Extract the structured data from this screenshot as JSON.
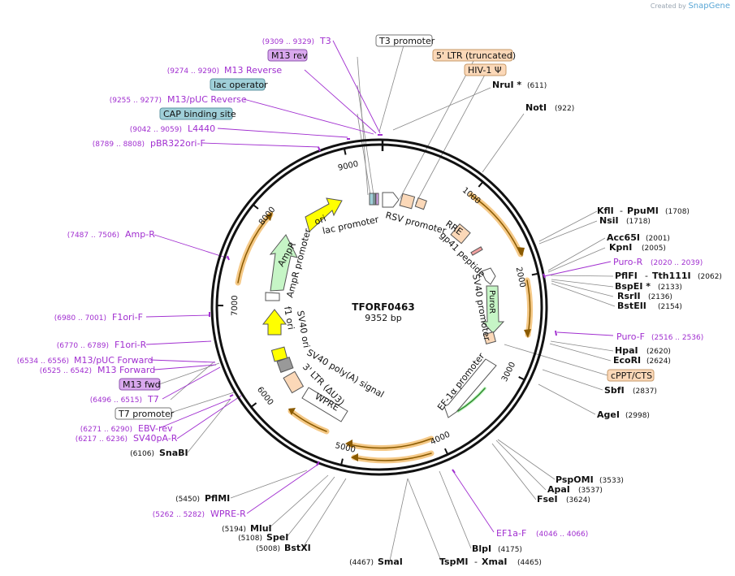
{
  "credit": {
    "prefix": "Created by",
    "brand": "SnapGene"
  },
  "plasmid": {
    "name": "TFORF0463",
    "length": "9352 bp"
  },
  "ticks": [
    {
      "label": "1000",
      "bp": 1000
    },
    {
      "label": "2000",
      "bp": 2000
    },
    {
      "label": "3000",
      "bp": 3000
    },
    {
      "label": "4000",
      "bp": 4000
    },
    {
      "label": "5000",
      "bp": 5000
    },
    {
      "label": "6000",
      "bp": 6000
    },
    {
      "label": "7000",
      "bp": 7000
    },
    {
      "label": "8000",
      "bp": 8000
    },
    {
      "label": "9000",
      "bp": 9000
    }
  ],
  "feature_labels": [
    {
      "id": "t3-prom",
      "text": "T3 promoter",
      "style": "white"
    },
    {
      "id": "ltr5",
      "text": "5' LTR (truncated)",
      "style": "peach"
    },
    {
      "id": "hiv",
      "text": "HIV-1 Ψ",
      "style": "peach"
    },
    {
      "id": "m13rev",
      "text": "M13 rev",
      "style": "purple"
    },
    {
      "id": "lacop",
      "text": "lac operator",
      "style": "teal"
    },
    {
      "id": "cap",
      "text": "CAP binding site",
      "style": "teal"
    },
    {
      "id": "cppt",
      "text": "cPPT/CTS",
      "style": "peach"
    },
    {
      "id": "m13fwd",
      "text": "M13 fwd",
      "style": "purple"
    },
    {
      "id": "t7prom",
      "text": "T7 promoter",
      "style": "white"
    }
  ],
  "primer_labels": [
    {
      "id": "t3",
      "range": "(9309 .. 9329)",
      "name": "T3"
    },
    {
      "id": "m13reverse",
      "range": "(9274 .. 9290)",
      "name": "M13 Reverse"
    },
    {
      "id": "m13pucrev",
      "range": "(9255 .. 9277)",
      "name": "M13/pUC Reverse"
    },
    {
      "id": "l4440",
      "range": "(9042 .. 9059)",
      "name": "L4440"
    },
    {
      "id": "pbr",
      "range": "(8789 .. 8808)",
      "name": "pBR322ori-F"
    },
    {
      "id": "ampr",
      "range": "(7487 .. 7506)",
      "name": "Amp-R"
    },
    {
      "id": "f1orif",
      "range": "(6980 .. 7001)",
      "name": "F1ori-F"
    },
    {
      "id": "f1orir",
      "range": "(6770 .. 6789)",
      "name": "F1ori-R"
    },
    {
      "id": "m13pucfwd",
      "range": "(6534 .. 6556)",
      "name": "M13/pUC Forward"
    },
    {
      "id": "m13forward",
      "range": "(6525 .. 6542)",
      "name": "M13 Forward"
    },
    {
      "id": "t7",
      "range": "(6496 .. 6515)",
      "name": "T7"
    },
    {
      "id": "ebv",
      "range": "(6271 .. 6290)",
      "name": "EBV-rev"
    },
    {
      "id": "sv40pa",
      "range": "(6217 .. 6236)",
      "name": "SV40pA-R"
    },
    {
      "id": "wprer",
      "range": "(5262 .. 5282)",
      "name": "WPRE-R"
    },
    {
      "id": "puror",
      "name": "Puro-R",
      "range": "(2020 .. 2039)"
    },
    {
      "id": "purof",
      "name": "Puro-F",
      "range": "(2516 .. 2536)"
    },
    {
      "id": "ef1af",
      "name": "EF1a-F",
      "range": "(4046 .. 4066)"
    }
  ],
  "enzyme_labels": [
    {
      "id": "nrui",
      "name": "NruI *",
      "pos": "(611)"
    },
    {
      "id": "noti",
      "name": "NotI",
      "pos": "(922)"
    },
    {
      "id": "kfli",
      "name": "KflI",
      "name2": "PpuMI",
      "pos": "(1708)"
    },
    {
      "id": "nsii",
      "name": "NsiI",
      "pos": "(1718)"
    },
    {
      "id": "acc65i",
      "name": "Acc65I",
      "pos": "(2001)"
    },
    {
      "id": "kpni",
      "name": "KpnI",
      "pos": "(2005)"
    },
    {
      "id": "pflfi",
      "name": "PflFI",
      "name2": "Tth111I",
      "pos": "(2062)"
    },
    {
      "id": "bspei",
      "name": "BspEI *",
      "pos": "(2133)"
    },
    {
      "id": "rsrii",
      "name": "RsrII",
      "pos": "(2136)"
    },
    {
      "id": "bsteii",
      "name": "BstEII",
      "pos": "(2154)"
    },
    {
      "id": "hpai",
      "name": "HpaI",
      "pos": "(2620)"
    },
    {
      "id": "ecori",
      "name": "EcoRI",
      "pos": "(2624)"
    },
    {
      "id": "sbfi",
      "name": "SbfI",
      "pos": "(2837)"
    },
    {
      "id": "agei",
      "name": "AgeI",
      "pos": "(2998)"
    },
    {
      "id": "pspomi",
      "name": "PspOMI",
      "pos": "(3533)"
    },
    {
      "id": "apai",
      "name": "ApaI",
      "pos": "(3537)"
    },
    {
      "id": "fsei",
      "name": "FseI",
      "pos": "(3624)"
    },
    {
      "id": "blpi",
      "name": "BlpI",
      "pos": "(4175)"
    },
    {
      "id": "tspmi",
      "name": "TspMI",
      "name2": "XmaI",
      "pos": "(4465)"
    },
    {
      "id": "smai",
      "name": "SmaI",
      "pos": "(4467)"
    },
    {
      "id": "bstxi",
      "name": "BstXI",
      "pos": "(5008)"
    },
    {
      "id": "spei",
      "name": "SpeI",
      "pos": "(5108)"
    },
    {
      "id": "mlui",
      "name": "MluI",
      "pos": "(5194)"
    },
    {
      "id": "pflmi",
      "name": "PflMI",
      "pos": "(5450)"
    },
    {
      "id": "snabi",
      "name": "SnaBI",
      "pos": "(6106)"
    }
  ],
  "inner_labels": [
    {
      "id": "lac",
      "text": "lac promoter"
    },
    {
      "id": "rsv",
      "text": "RSV promoter"
    },
    {
      "id": "rre",
      "text": "RRE"
    },
    {
      "id": "gp41",
      "text": "gp41 peptide"
    },
    {
      "id": "sv40p",
      "text": "SV40 promoter"
    },
    {
      "id": "puro",
      "text": "PuroR"
    },
    {
      "id": "ef1a",
      "text": "EF-1α promoter"
    },
    {
      "id": "wpre",
      "text": "WPRE"
    },
    {
      "id": "ltr3",
      "text": "3' LTR (ΔU3)"
    },
    {
      "id": "sv40pa",
      "text": "SV40 poly(A) signal"
    },
    {
      "id": "sv40ori",
      "text": "SV40 ori"
    },
    {
      "id": "f1ori",
      "text": "f1 ori"
    },
    {
      "id": "amprp",
      "text": "AmpR promoter"
    },
    {
      "id": "ampr",
      "text": "AmpR"
    },
    {
      "id": "ori",
      "text": "ori"
    }
  ],
  "colors": {
    "ring": "#111111",
    "primer": "#a12fd0",
    "leader": "#888888",
    "orange": "#f5c987",
    "orange_line": "#8a5a00",
    "peach": "#fbd8b8",
    "yellow": "#ffff00",
    "green": "#c6f5c6",
    "teal": "#9fcfd8",
    "purple": "#d9a8ee"
  }
}
